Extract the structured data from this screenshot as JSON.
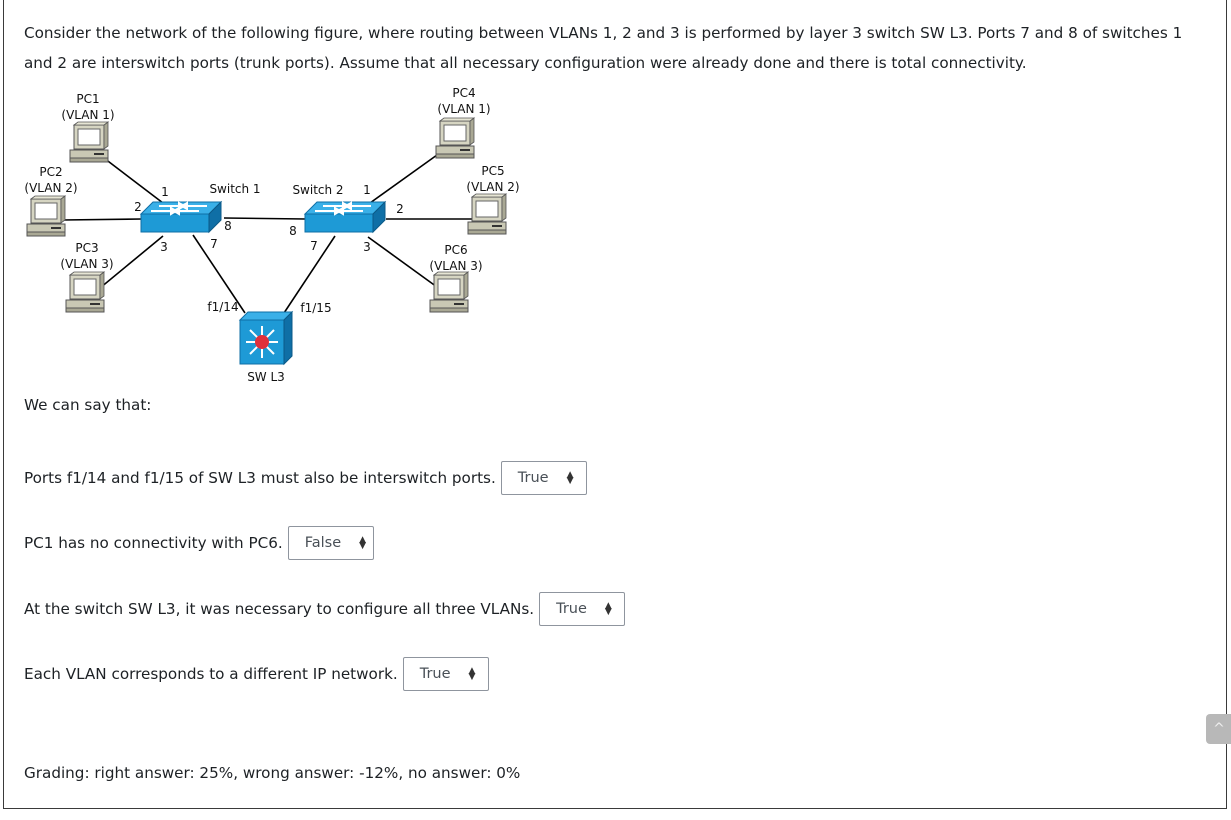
{
  "question": {
    "intro": "Consider the network of the following figure, where routing between VLANs 1, 2 and 3 is performed by layer 3 switch SW L3. Ports 7 and 8 of switches 1 and 2 are interswitch ports (trunk ports). Assume that all necessary configuration were already done and there is total connectivity.",
    "prompt": "We can say that:",
    "items": [
      {
        "text": "Ports f1/14 and f1/15 of SW L3 must also be interswitch ports.",
        "answer": "True"
      },
      {
        "text": "PC1 has no connectivity with PC6.",
        "answer": "False"
      },
      {
        "text": "At the switch SW L3, it was necessary to configure all three VLANs.",
        "answer": "True"
      },
      {
        "text": "Each VLAN corresponds to a different IP network.",
        "answer": "True"
      }
    ],
    "grading": "Grading: right answer: 25%, wrong answer: -12%, no answer: 0%"
  },
  "figure": {
    "pc1": {
      "name": "PC1",
      "vlan": "(VLAN 1)"
    },
    "pc2": {
      "name": "PC2",
      "vlan": "(VLAN 2)"
    },
    "pc3": {
      "name": "PC3",
      "vlan": "(VLAN 3)"
    },
    "pc4": {
      "name": "PC4",
      "vlan": "(VLAN 1)"
    },
    "pc5": {
      "name": "PC5",
      "vlan": "(VLAN 2)"
    },
    "pc6": {
      "name": "PC6",
      "vlan": "(VLAN 3)"
    },
    "switch1": "Switch 1",
    "switch2": "Switch 2",
    "swl3": "SW L3",
    "ports": {
      "s1p1": "1",
      "s1p2": "2",
      "s1p3": "3",
      "s1p7": "7",
      "s1p8": "8",
      "s2p1": "1",
      "s2p2": "2",
      "s2p3": "3",
      "s2p7": "7",
      "s2p8": "8",
      "f114": "f1/14",
      "f115": "f1/15"
    }
  },
  "colors": {
    "switch": "#1e9ad6",
    "switch_dark": "#0f6fa6",
    "pc": "#c9c8b4",
    "router_dot": "#e0303c"
  }
}
